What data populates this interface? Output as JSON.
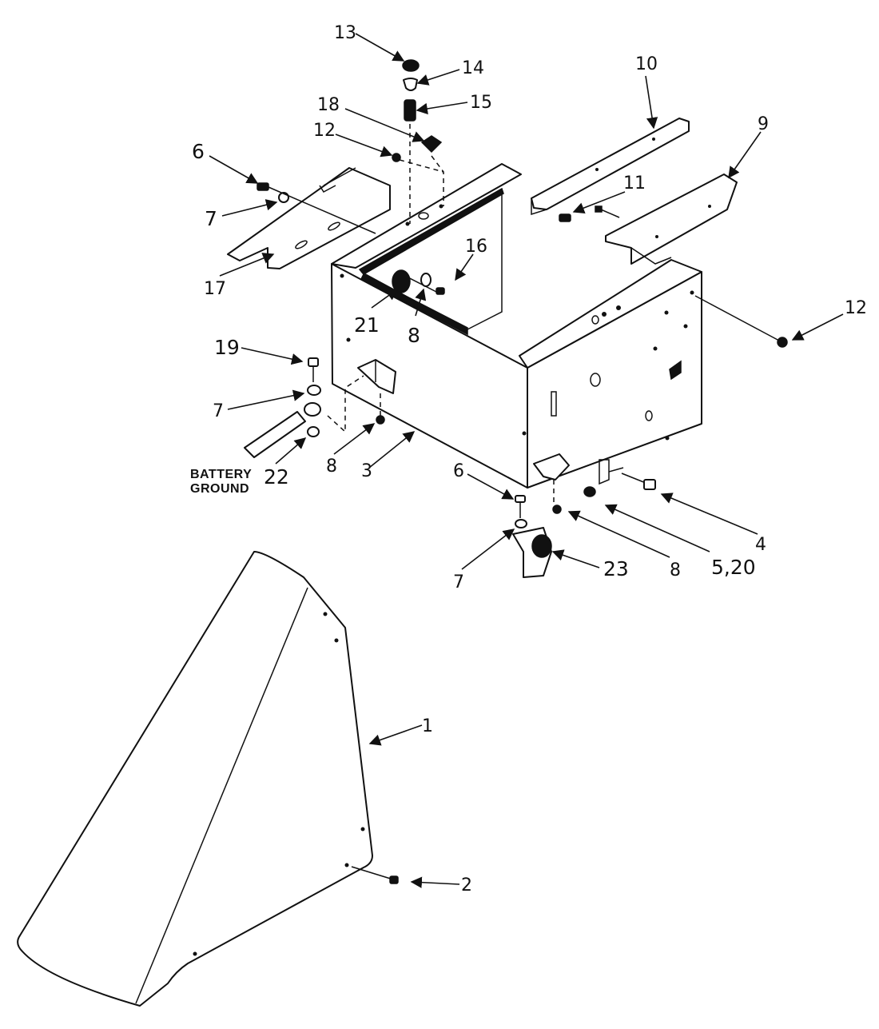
{
  "diagram": {
    "callouts": {
      "c1": "1",
      "c2": "2",
      "c3": "3",
      "c4": "4",
      "c5_20": "5,20",
      "c6a": "6",
      "c6b": "6",
      "c7a": "7",
      "c7b": "7",
      "c7c": "7",
      "c8a": "8",
      "c8b": "8",
      "c8c": "8",
      "c9": "9",
      "c10": "10",
      "c11": "11",
      "c12a": "12",
      "c12b": "12",
      "c13": "13",
      "c14": "14",
      "c15": "15",
      "c16": "16",
      "c17": "17",
      "c18": "18",
      "c19": "19",
      "c21": "21",
      "c22": "22",
      "c23": "23"
    },
    "battery_ground_label": {
      "line1": "BATTERY",
      "line2": "GROUND"
    }
  }
}
